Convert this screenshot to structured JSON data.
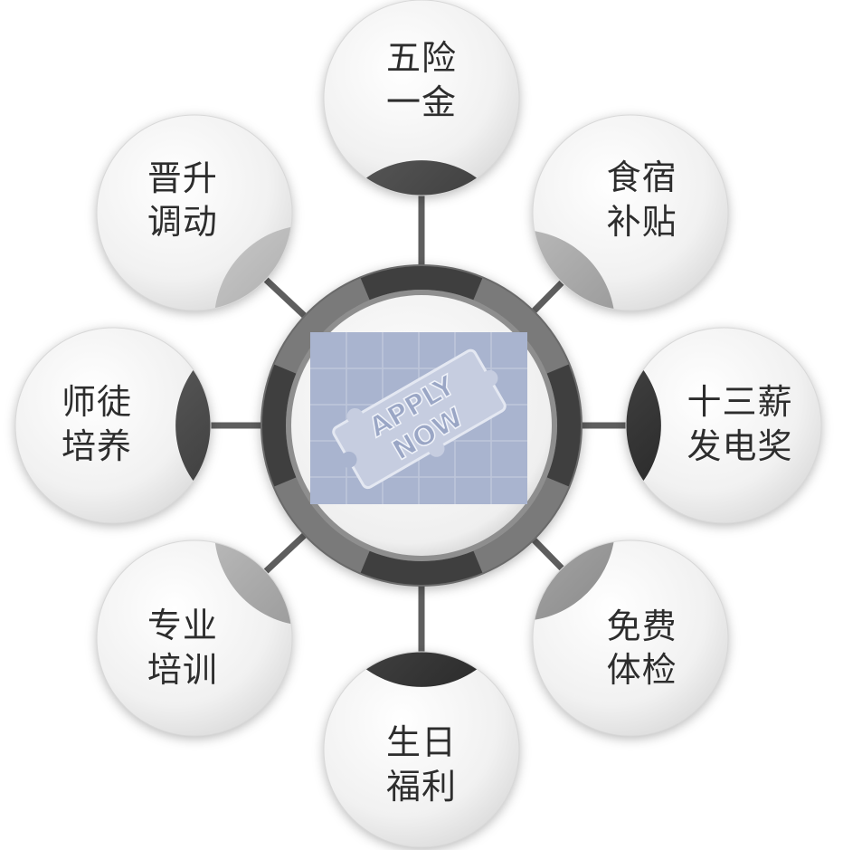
{
  "center": {
    "line1": "APPLY",
    "line2": "NOW"
  },
  "benefits": [
    {
      "line1": "五险",
      "line2": "一金"
    },
    {
      "line1": "食宿",
      "line2": "补贴"
    },
    {
      "line1": "十三薪",
      "line2": "发电奖"
    },
    {
      "line1": "免费",
      "line2": "体检"
    },
    {
      "line1": "生日",
      "line2": "福利"
    },
    {
      "line1": "专业",
      "line2": "培训"
    },
    {
      "line1": "师徒",
      "line2": "培养"
    },
    {
      "line1": "晋升",
      "line2": "调动"
    }
  ],
  "colors": {
    "background": "#ffffff",
    "circle_fill": "#f2f2f2",
    "accent_dark": "#3a3a3a",
    "ring_dark": "#4a4a4a",
    "puzzle_bg": "#a9b4cf",
    "puzzle_piece": "#c6cde0",
    "text": "#2d2d2d"
  }
}
